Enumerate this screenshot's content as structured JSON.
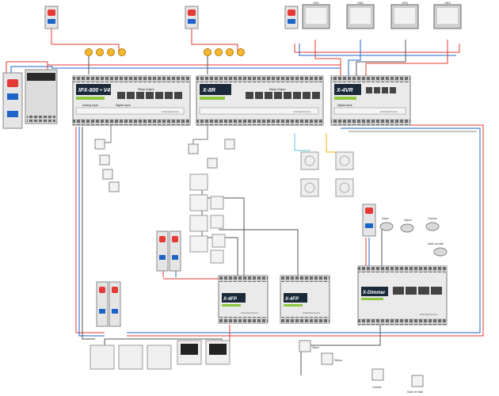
{
  "modules": {
    "ipx": {
      "title": "IPX-800 • V4",
      "section1": "Relay Output",
      "section2": "Digital Input",
      "section3": "Analog Input",
      "brand": "GCE Electronics"
    },
    "x8r": {
      "title": "X-8R",
      "section1": "Relay Output",
      "brand": "GCE Electronics"
    },
    "x4vr": {
      "title": "X-4VR",
      "section1": "Digital Input",
      "brand": "GCE Electronics"
    },
    "x4fp_a": {
      "title": "X-4FP",
      "brand": "GCE Electronics"
    },
    "x4fp_b": {
      "title": "X-4FP",
      "brand": "GCE Electronics"
    },
    "xdim": {
      "title": "X-Dimmer",
      "brand": "GCE Electronics"
    }
  },
  "labels": {
    "shutters": [
      "VR1",
      "VR2",
      "VR3",
      "VR4"
    ],
    "spots": [
      "Salon",
      "Séjour",
      "Cuisine",
      "Salle de bain"
    ],
    "dimmer_buttons": [
      "Salon",
      "Séjour",
      "Cuisine",
      "Salle de bain"
    ]
  },
  "colors": {
    "module_header": "#1a2a3a",
    "module_body": "#eaeaea",
    "accent_green": "#8dc63f",
    "wire_red": "#e53935",
    "wire_blue": "#1e63c8",
    "wire_grey": "#555555"
  }
}
